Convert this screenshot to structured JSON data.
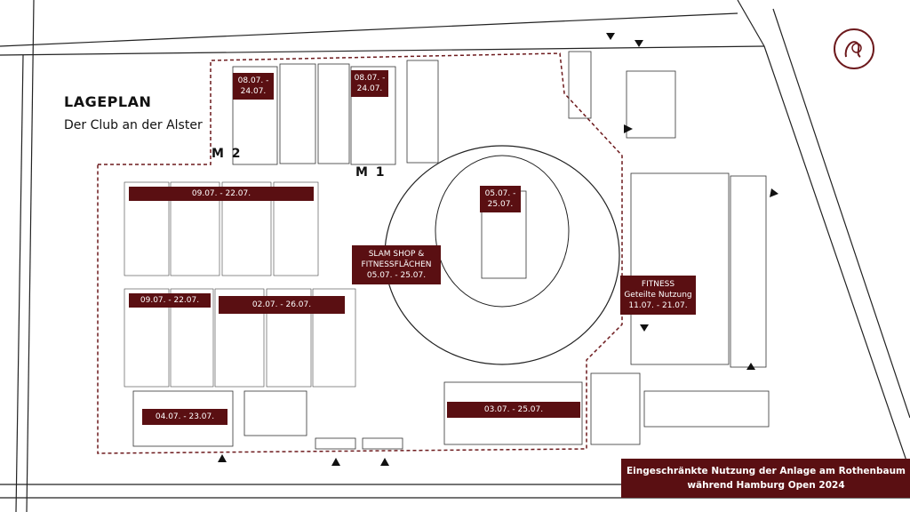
{
  "legend": {
    "title": "LAGEPLAN",
    "subtitle": "Der Club an der Alster"
  },
  "courts": {
    "m1": "M 1",
    "m2": "M 2"
  },
  "dates": {
    "m2_court": "08.07. -\n24.07.",
    "m1_court": "08.07. -\n24.07.",
    "top_left_row": "09.07. - 22.07.",
    "mid_left": "09.07. - 22.07.",
    "mid_right": "02.07. - 26.07.",
    "center_court": "05.07. -\n25.07.",
    "slam_shop": "SLAM SHOP &\nFITNESSFLÄCHEN\n05.07. - 25.07.",
    "fitness": "FITNESS\nGeteilte Nutzung\n11.07. - 21.07.",
    "bottom_left": "04.07. - 23.07.",
    "bottom_center": "03.07. - 25.07."
  },
  "footer": "Eingeschränkte Nutzung der Anlage am Rothenbaum\nwährend Hamburg Open 2024",
  "colors": {
    "accent": "#5a0f12",
    "lines": "#222222",
    "dashed": "#6d1a1d"
  },
  "icons": [
    "club-logo-icon",
    "entrance-arrow-icon"
  ]
}
